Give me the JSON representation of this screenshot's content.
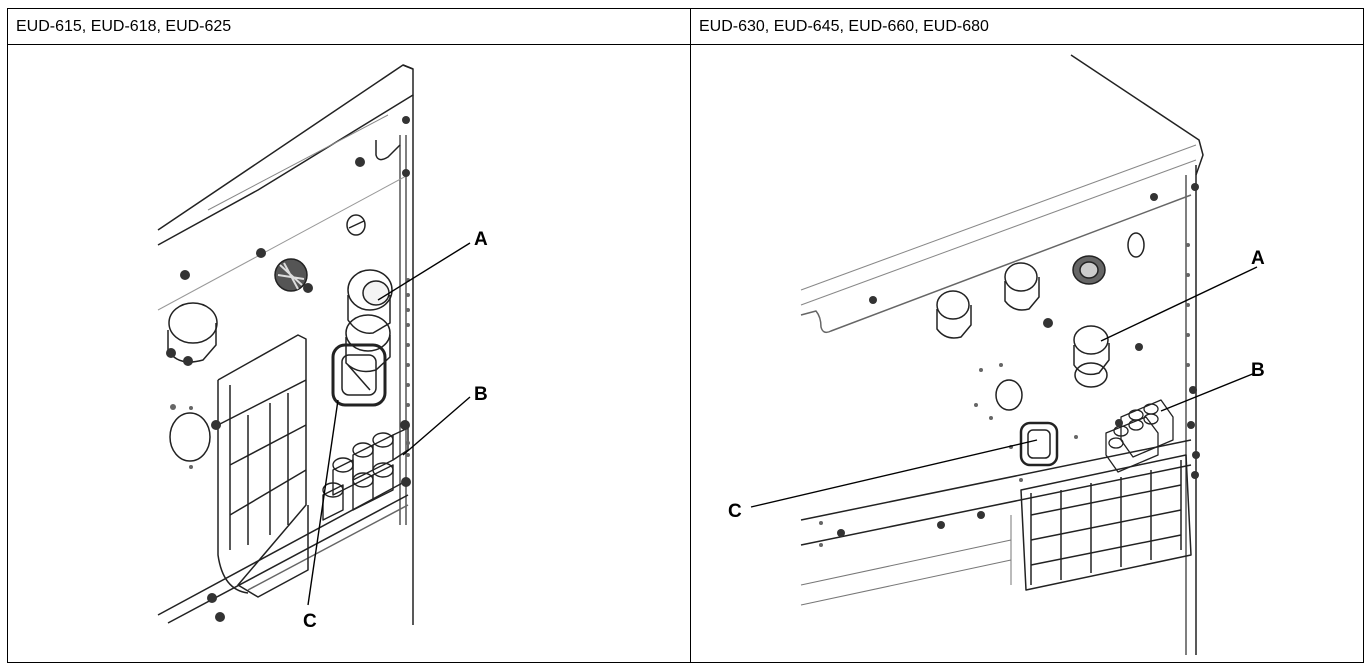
{
  "headers": {
    "left": "EUD-615, EUD-618, EUD-625",
    "right": "EUD-630, EUD-645, EUD-660, EUD-680"
  },
  "left_figure": {
    "callouts": {
      "a": "A",
      "b": "B",
      "c": "C"
    }
  },
  "right_figure": {
    "callouts": {
      "a": "A",
      "b": "B",
      "c": "C"
    }
  }
}
